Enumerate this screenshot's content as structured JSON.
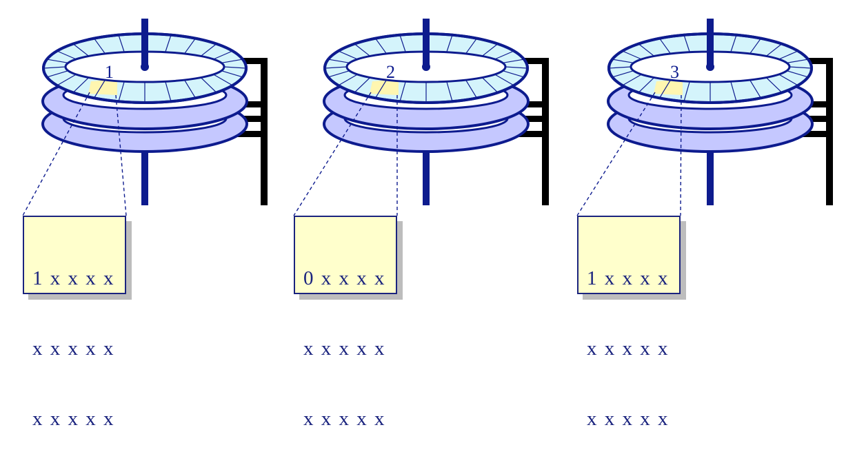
{
  "colors": {
    "outline": "#0d1b8e",
    "platter_fill": "#c5c8ff",
    "track_fill": "#d4f4fb",
    "sector_highlight": "#fff6b0",
    "spindle": "#0d1b8e",
    "arm": "#000000",
    "box_fill": "#ffffcc",
    "box_text": "#1a237e",
    "shadow": "#bdbdbd"
  },
  "disks": [
    {
      "label": "1",
      "bits": [
        "1 x x x x",
        "x x x x x",
        "x x x x x"
      ]
    },
    {
      "label": "2",
      "bits": [
        "0 x x x x",
        "x x x x x",
        "x x x x x"
      ]
    },
    {
      "label": "3",
      "bits": [
        "1 x x x x",
        "x x x x x",
        "x x x x x"
      ]
    }
  ]
}
